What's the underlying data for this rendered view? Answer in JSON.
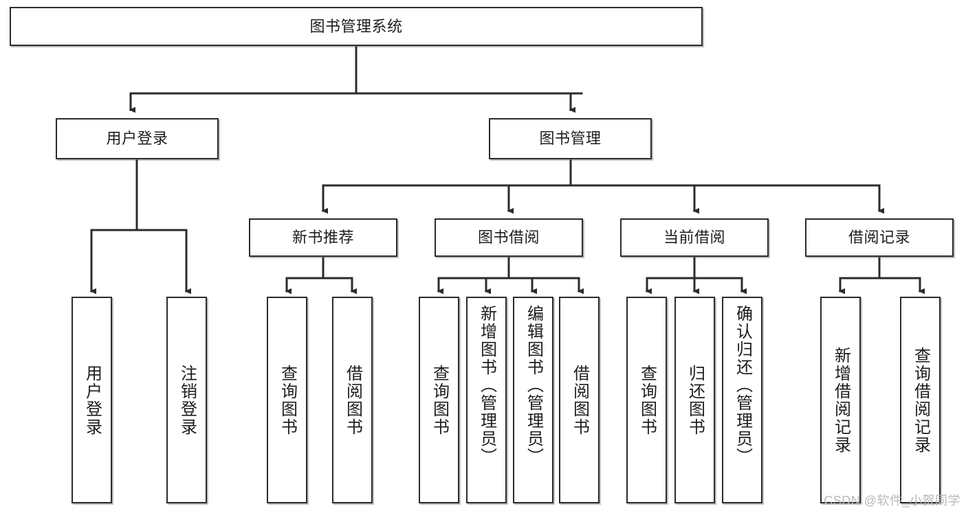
{
  "diagram": {
    "type": "tree",
    "title": "图书管理系统",
    "root": {
      "label": "图书管理系统"
    },
    "level2": [
      {
        "label": "用户登录"
      },
      {
        "label": "图书管理"
      }
    ],
    "level3": [
      {
        "label": "新书推荐"
      },
      {
        "label": "图书借阅"
      },
      {
        "label": "当前借阅"
      },
      {
        "label": "借阅记录"
      }
    ],
    "leaves": {
      "user_login": [
        {
          "label": "用户登录"
        },
        {
          "label": "注销登录"
        }
      ],
      "new_book_recommend": [
        {
          "label": "查询图书"
        },
        {
          "label": "借阅图书"
        }
      ],
      "book_borrow": [
        {
          "label": "查询图书"
        },
        {
          "label": "新增图书（管理员）"
        },
        {
          "label": "编辑图书（管理员）"
        },
        {
          "label": "借阅图书"
        }
      ],
      "current_borrow": [
        {
          "label": "查询图书"
        },
        {
          "label": "归还图书"
        },
        {
          "label": "确认归还（管理员）"
        }
      ],
      "borrow_record": [
        {
          "label": "新增借阅记录"
        },
        {
          "label": "查询借阅记录"
        }
      ]
    }
  },
  "watermark": {
    "text": "CSDN @软件_小贺同学"
  },
  "colors": {
    "border": "#2b2b2b",
    "background": "#ffffff",
    "text": "#1d1d1d",
    "watermark": "#b8b8b8"
  }
}
